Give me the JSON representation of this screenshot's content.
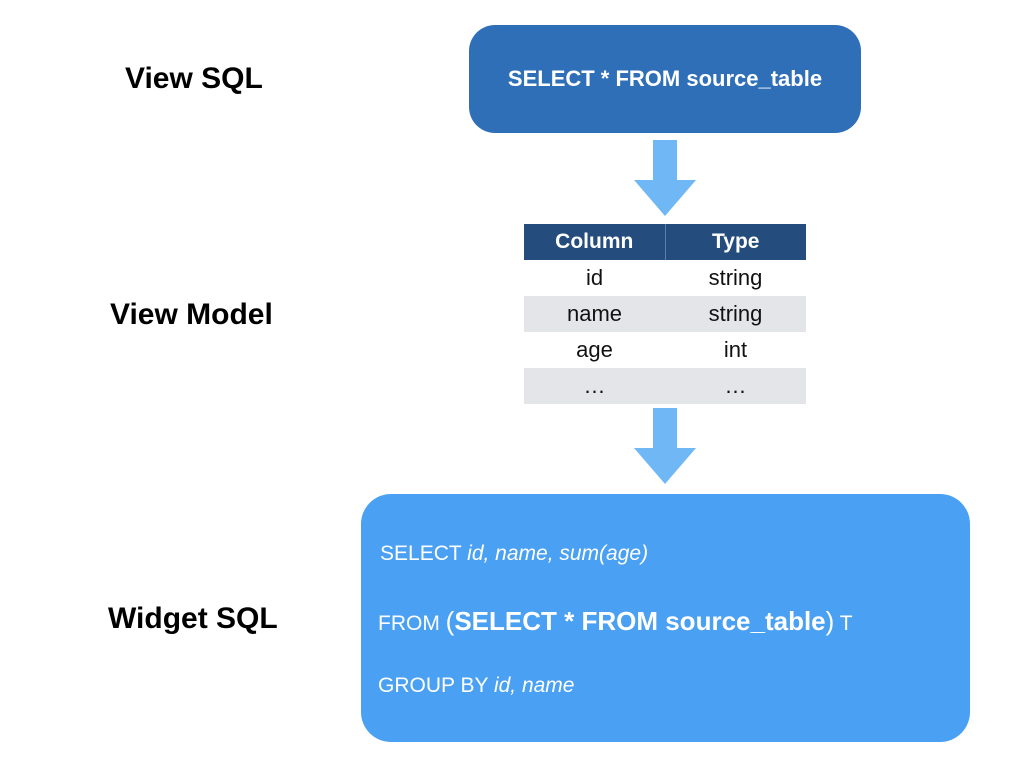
{
  "labels": {
    "view_sql": "View SQL",
    "view_model": "View Model",
    "widget_sql": "Widget SQL"
  },
  "view_sql_box": {
    "text": "SELECT * FROM source_table"
  },
  "view_model_table": {
    "headers": [
      "Column",
      "Type"
    ],
    "rows": [
      [
        "id",
        "string"
      ],
      [
        "name",
        "string"
      ],
      [
        "age",
        "int"
      ],
      [
        "…",
        "…"
      ]
    ]
  },
  "widget_sql_box": {
    "line1": {
      "keyword": "SELECT ",
      "fields": "id, name, sum(age)"
    },
    "line2": {
      "keyword": "FROM ",
      "open_paren": "(",
      "subquery": "SELECT * FROM source_table",
      "close_paren": ")",
      "alias": " T"
    },
    "line3": {
      "keyword": "GROUP BY ",
      "fields": "id, name"
    }
  },
  "colors": {
    "view_sql_box": "#2f6fb8",
    "table_header": "#244c7c",
    "table_alt_row": "#e3e5e9",
    "arrow": "#6fb8f5",
    "widget_sql_box": "#4aa0f2"
  },
  "icons": [
    "arrow-down-icon",
    "arrow-down-icon"
  ]
}
